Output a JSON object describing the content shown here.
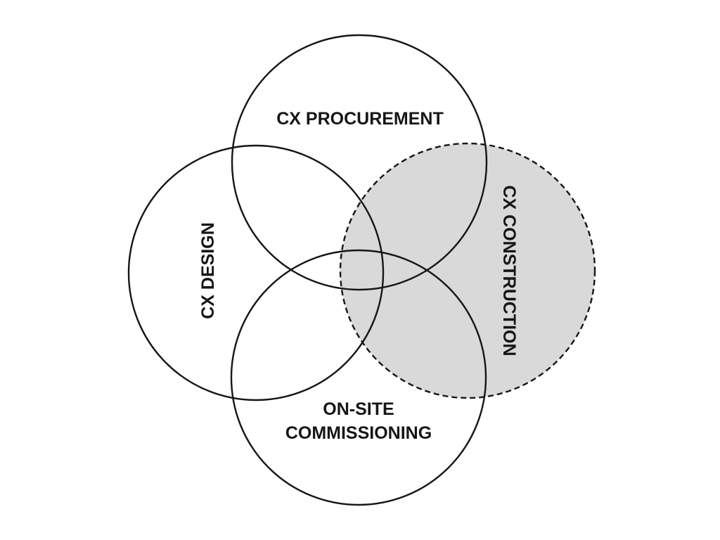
{
  "page": {
    "background_color": "#ffffff"
  },
  "diagram": {
    "type": "venn-four-circles",
    "stroke_color": "#161616",
    "text_color": "#161616",
    "highlight_fill": "#d9d9d9",
    "circles": [
      {
        "label": "CX PROCUREMENT",
        "position": "top",
        "fill": "none",
        "stroke_style": "solid",
        "label_orientation": "horizontal"
      },
      {
        "label": "CX DESIGN",
        "position": "left",
        "fill": "none",
        "stroke_style": "solid",
        "label_orientation": "rotated-90-ccw"
      },
      {
        "label": "CX CONSTRUCTION",
        "position": "right",
        "fill": "#d9d9d9",
        "stroke_style": "dashed",
        "label_orientation": "rotated-90-cw"
      },
      {
        "label": "ON-SITE COMMISSIONING",
        "label_line1": "ON-SITE",
        "label_line2": "COMMISSIONING",
        "position": "bottom",
        "fill": "none",
        "stroke_style": "solid",
        "label_orientation": "horizontal"
      }
    ]
  }
}
